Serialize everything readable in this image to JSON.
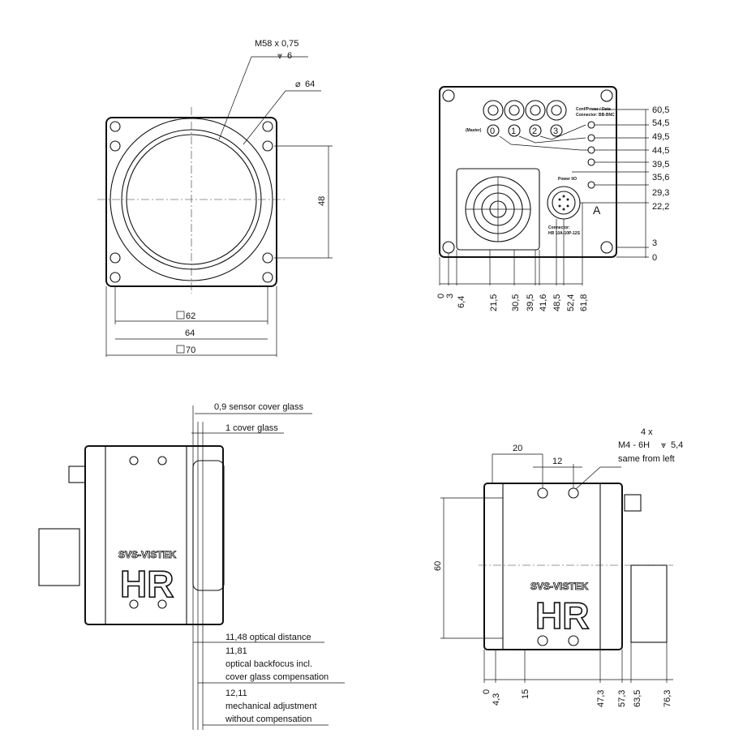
{
  "front_view": {
    "thread_label": "M58 x 0,75",
    "thread_depth": "6",
    "bore_dia": "64",
    "dim_height": "48",
    "dim_62": "62",
    "dim_64": "64",
    "dim_70": "70"
  },
  "back_view": {
    "connector_label": "Conf/Power / Data",
    "connector_sub": "Connector: BB-BNC",
    "master_label": "(Master)",
    "port_numbers": [
      "0",
      "1",
      "2",
      "3"
    ],
    "power_label": "Power I/O",
    "power_connector": "Connector:",
    "power_connector_sub": "HR 10A-10P-12S",
    "marker_a": "A",
    "right_dims": [
      "60,5",
      "54,5",
      "49,5",
      "44,5",
      "39,5",
      "35,6",
      "29,3",
      "22,2",
      "3",
      "0"
    ],
    "bottom_dims": [
      "0",
      "3",
      "6,4",
      "21,5",
      "30,5",
      "39,5",
      "41,6",
      "48,5",
      "52,4",
      "61,8"
    ]
  },
  "side_view": {
    "sensor_glass": "0,9 sensor cover glass",
    "cover_glass": "1 cover glass",
    "brand": "SVS-VISTEK",
    "model": "HR",
    "opt_distance": "11,48 optical distance",
    "backfocus_value": "11,81",
    "backfocus_line1": "optical backfocus incl.",
    "backfocus_line2": "cover glass compensation",
    "mech_value": "12,11",
    "mech_line1": "mechanical adjustment",
    "mech_line2": "without compensation"
  },
  "top_view": {
    "hole_count": "4 x",
    "hole_spec": "M4 - 6H",
    "hole_depth": "5,4",
    "hole_note": "same from left",
    "dim_20": "20",
    "dim_12": "12",
    "dim_60": "60",
    "brand": "SVS-VISTEK",
    "model": "HR",
    "bottom_dims": [
      "0",
      "4,3",
      "15",
      "47,3",
      "57,3",
      "63,5",
      "76,3"
    ]
  }
}
